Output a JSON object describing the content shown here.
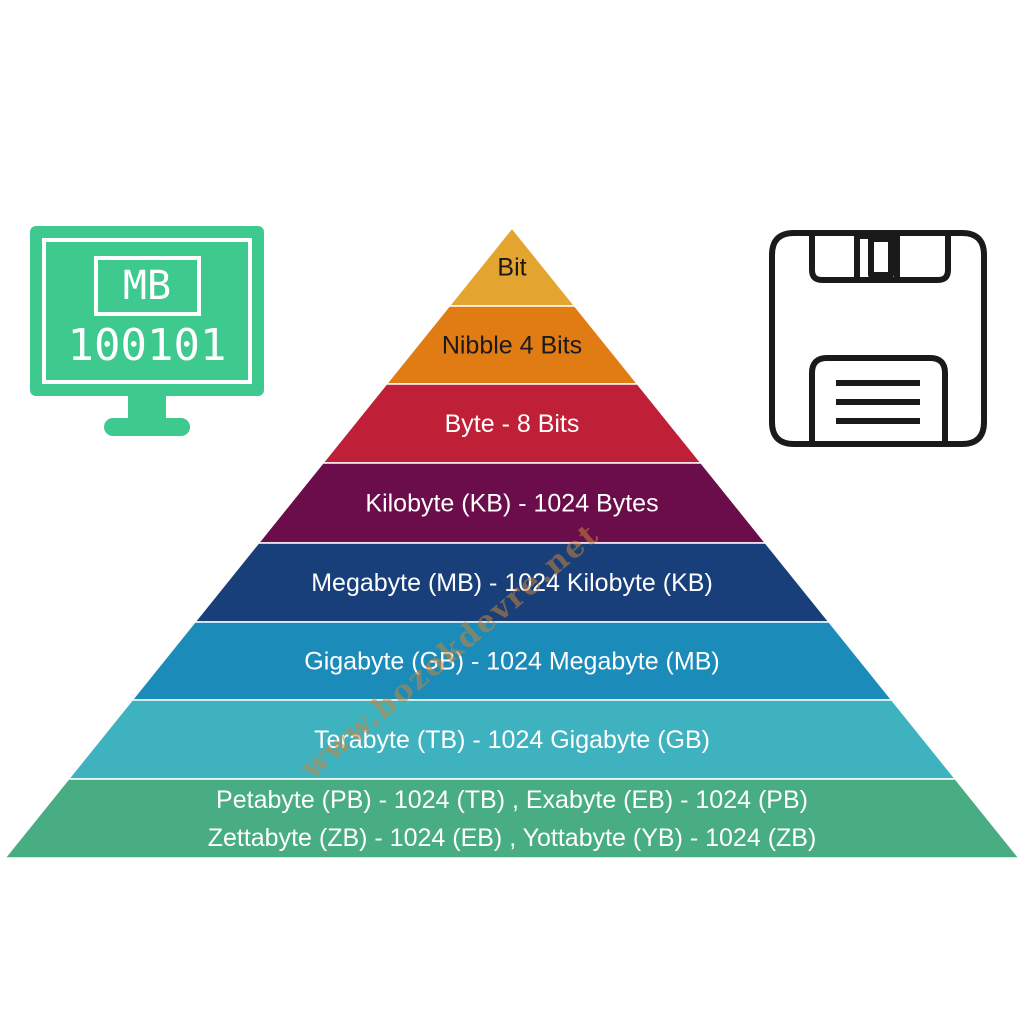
{
  "monitor": {
    "label": "MB",
    "binary": "100101",
    "color": "#3ec98f"
  },
  "pyramid": {
    "levels": [
      {
        "lines": [
          "Bit"
        ],
        "color": "#e3a530",
        "text_color": "#1a1a1a"
      },
      {
        "lines": [
          "Nibble 4 Bits"
        ],
        "color": "#e17b14",
        "text_color": "#1a1a1a"
      },
      {
        "lines": [
          "Byte - 8 Bits"
        ],
        "color": "#bf2037",
        "text_color": "#ffffff"
      },
      {
        "lines": [
          "Kilobyte (KB) - 1024 Bytes"
        ],
        "color": "#6b0d4a",
        "text_color": "#ffffff"
      },
      {
        "lines": [
          "Megabyte (MB) - 1024 Kilobyte (KB)"
        ],
        "color": "#183f7a",
        "text_color": "#ffffff"
      },
      {
        "lines": [
          "Gigabyte (GB) - 1024 Megabyte (MB)"
        ],
        "color": "#1b8cba",
        "text_color": "#ffffff"
      },
      {
        "lines": [
          "Terabyte (TB) - 1024 Gigabyte (GB)"
        ],
        "color": "#3fb2bf",
        "text_color": "#ffffff"
      },
      {
        "lines": [
          "Petabyte (PB) - 1024  (TB)   ,  Exabyte (EB) - 1024 (PB)",
          "Zettabyte (ZB) - 1024 (EB)  ,  Yottabyte (YB) - 1024 (ZB)"
        ],
        "color": "#48ad82",
        "text_color": "#ffffff"
      }
    ]
  },
  "watermark": "www.bozokdevre.net"
}
